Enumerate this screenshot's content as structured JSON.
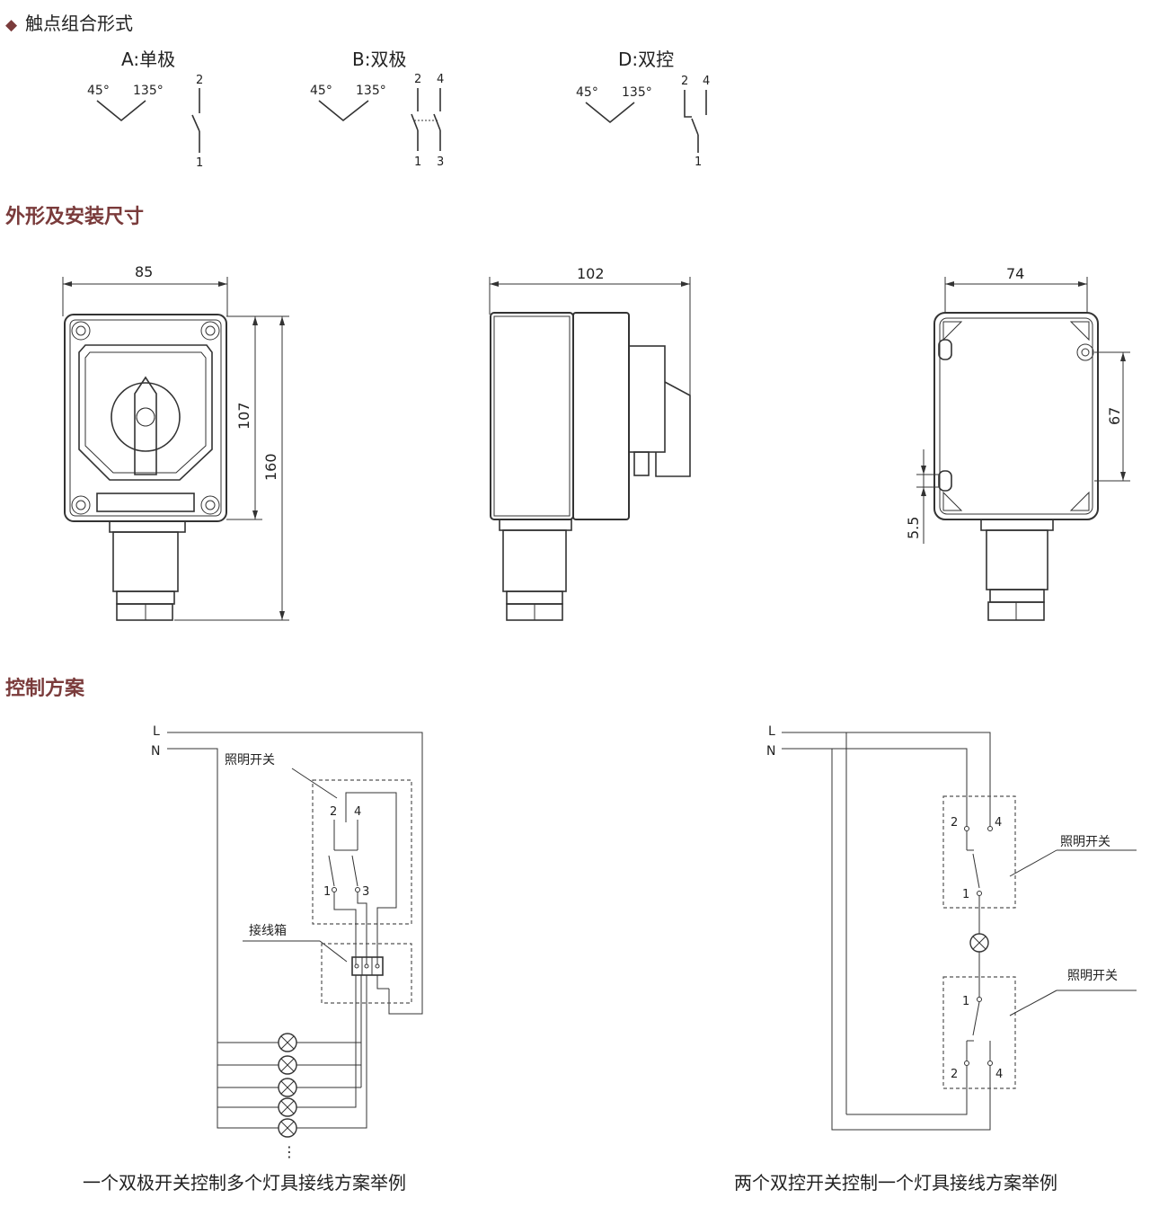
{
  "contact_section": {
    "title": "触点组合形式",
    "bullet": "◆",
    "types": [
      {
        "label": "A:单极",
        "angle_left": "45°",
        "angle_right": "135°",
        "terminals": [
          "2",
          "1"
        ]
      },
      {
        "label": "B:双极",
        "angle_left": "45°",
        "angle_right": "135°",
        "terminals": [
          "2",
          "4",
          "1",
          "3"
        ]
      },
      {
        "label": "D:双控",
        "angle_left": "45°",
        "angle_right": "135°",
        "terminals": [
          "2",
          "4",
          "1"
        ]
      }
    ]
  },
  "dimension_section": {
    "title": "外形及安装尺寸",
    "front": {
      "width": "85",
      "inner_height": "107",
      "total_height": "160"
    },
    "side": {
      "depth": "102"
    },
    "back": {
      "width": "74",
      "hole_spacing": "67",
      "hole_offset": "5.5"
    }
  },
  "control_section": {
    "title": "控制方案",
    "left": {
      "L": "L",
      "N": "N",
      "switch_label": "照明开关",
      "box_label": "接线箱",
      "terminals": [
        "2",
        "4",
        "1",
        "3"
      ],
      "dots": "⋮",
      "caption": "一个双极开关控制多个灯具接线方案举例"
    },
    "right": {
      "L": "L",
      "N": "N",
      "switch1_label": "照明开关",
      "switch2_label": "照明开关",
      "terminals_top": [
        "2",
        "4",
        "1"
      ],
      "terminals_bottom": [
        "1",
        "2",
        "4"
      ],
      "caption": "两个双控开关控制一个灯具接线方案举例"
    }
  }
}
